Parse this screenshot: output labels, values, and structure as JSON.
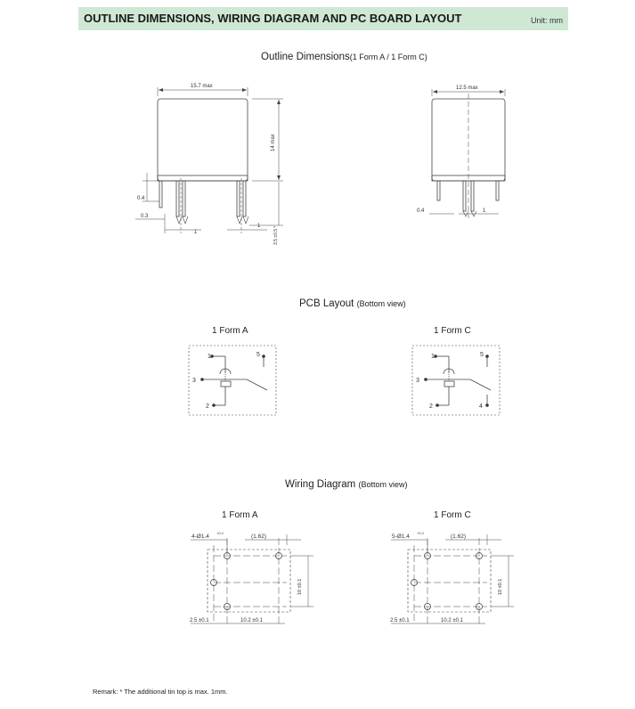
{
  "header": {
    "title": "OUTLINE DIMENSIONS, WIRING DIAGRAM AND PC BOARD LAYOUT",
    "unit": "Unit: mm"
  },
  "outline": {
    "title": "Outline Dimensions",
    "subtitle": "(1 Form A / 1 Form C)",
    "side": {
      "width": "15.7 max",
      "height": "14 max",
      "t1": "0.4",
      "t2": "0.3",
      "p1": "1",
      "p2": "1",
      "pin": "3.5 ±0.5 *"
    },
    "front": {
      "width": "12.5 max",
      "t1": "0.4",
      "p1": "1"
    }
  },
  "pcb": {
    "title": "PCB Layout",
    "subtitle": "(Bottom view)",
    "form_a": {
      "label": "1 Form A",
      "pins": [
        "1",
        "5",
        "3",
        "2"
      ]
    },
    "form_c": {
      "label": "1 Form C",
      "pins": [
        "1",
        "5",
        "3",
        "2",
        "4"
      ]
    }
  },
  "wiring": {
    "title": "Wiring Diagram",
    "subtitle": "(Bottom view)",
    "form_a": {
      "label": "1 Form A",
      "holes": "4-Ø1.4",
      "tol": "+0.2",
      "offset": "(1.62)",
      "height": "10 ±0.1",
      "pitch_a": "2.5 ±0.1",
      "pitch_b": "10.2 ±0.1"
    },
    "form_c": {
      "label": "1 Form C",
      "holes": "5-Ø1.4",
      "tol": "+0.2",
      "offset": "(1.62)",
      "height": "10 ±0.1",
      "pitch_a": "2.5 ±0.1",
      "pitch_b": "10.2 ±0.1"
    }
  },
  "remark": "Remark: * The additional tin top is max. 1mm."
}
